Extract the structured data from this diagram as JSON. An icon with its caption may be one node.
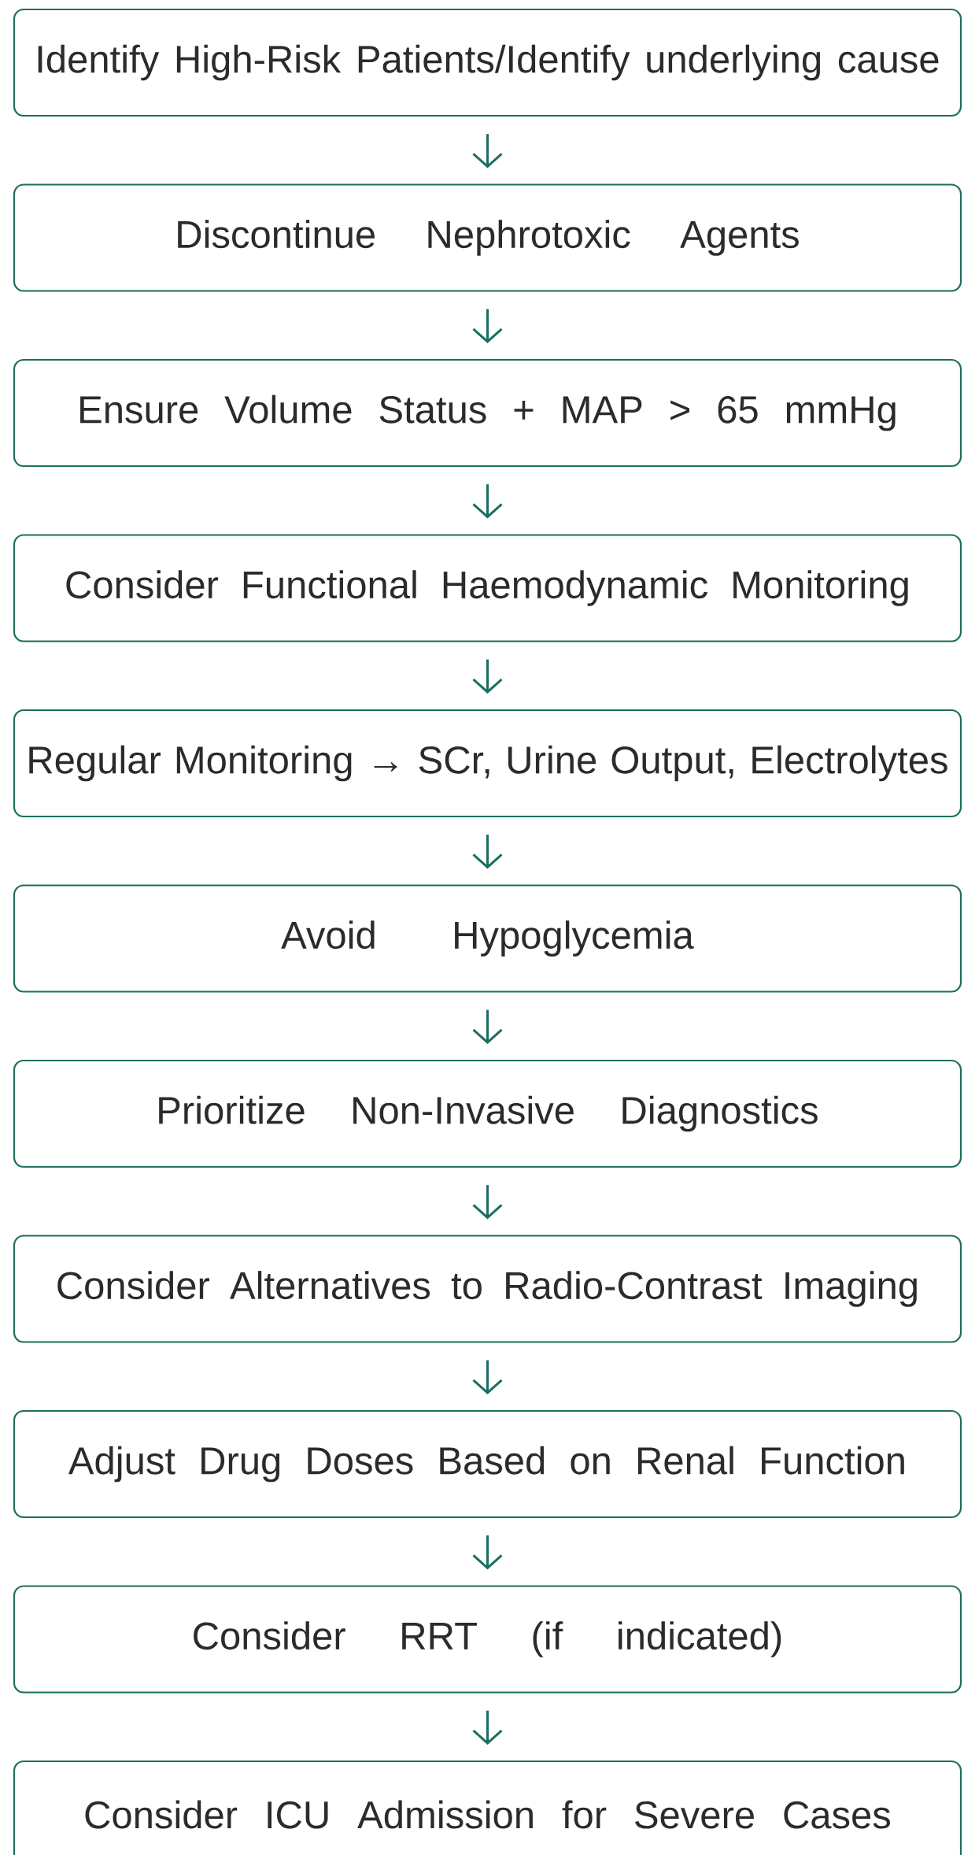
{
  "diagram": {
    "nodes": [
      {
        "text": [
          "Identify High-Risk Patients/Identify underlying cause"
        ]
      },
      {
        "text": [
          "Discontinue Nephrotoxic Agents"
        ]
      },
      {
        "text": [
          "Ensure Volume Status + MAP > 65 mmHg"
        ]
      },
      {
        "text": [
          "Consider Functional Haemodynamic Monitoring"
        ]
      },
      {
        "text": [
          "Regular Monitoring → SCr, Urine Output, Electrolytes"
        ]
      },
      {
        "text": [
          "Avoid Hypoglycemia"
        ]
      },
      {
        "text": [
          "Prioritize Non-Invasive Diagnostics"
        ]
      },
      {
        "text": [
          "Consider Alternatives to Radio-Contrast Imaging"
        ]
      },
      {
        "text": [
          "Adjust Drug Doses Based on Renal Function"
        ]
      },
      {
        "text": [
          "Consider RRT (if indicated)"
        ]
      },
      {
        "text": [
          "Consider ICU Admission for Severe Cases"
        ]
      }
    ],
    "edges": [
      {
        "from": 0,
        "to": 1,
        "arrow": "to"
      },
      {
        "from": 1,
        "to": 2,
        "arrow": "to"
      },
      {
        "from": 2,
        "to": 3,
        "arrow": "to"
      },
      {
        "from": 3,
        "to": 4,
        "arrow": "to"
      },
      {
        "from": 4,
        "to": 5,
        "arrow": "to"
      },
      {
        "from": 5,
        "to": 6,
        "arrow": "to"
      },
      {
        "from": 6,
        "to": 7,
        "arrow": "to"
      },
      {
        "from": 7,
        "to": 8,
        "arrow": "to"
      },
      {
        "from": 8,
        "to": 9,
        "arrow": "to"
      },
      {
        "from": 9,
        "to": 10,
        "arrow": "to"
      }
    ]
  }
}
